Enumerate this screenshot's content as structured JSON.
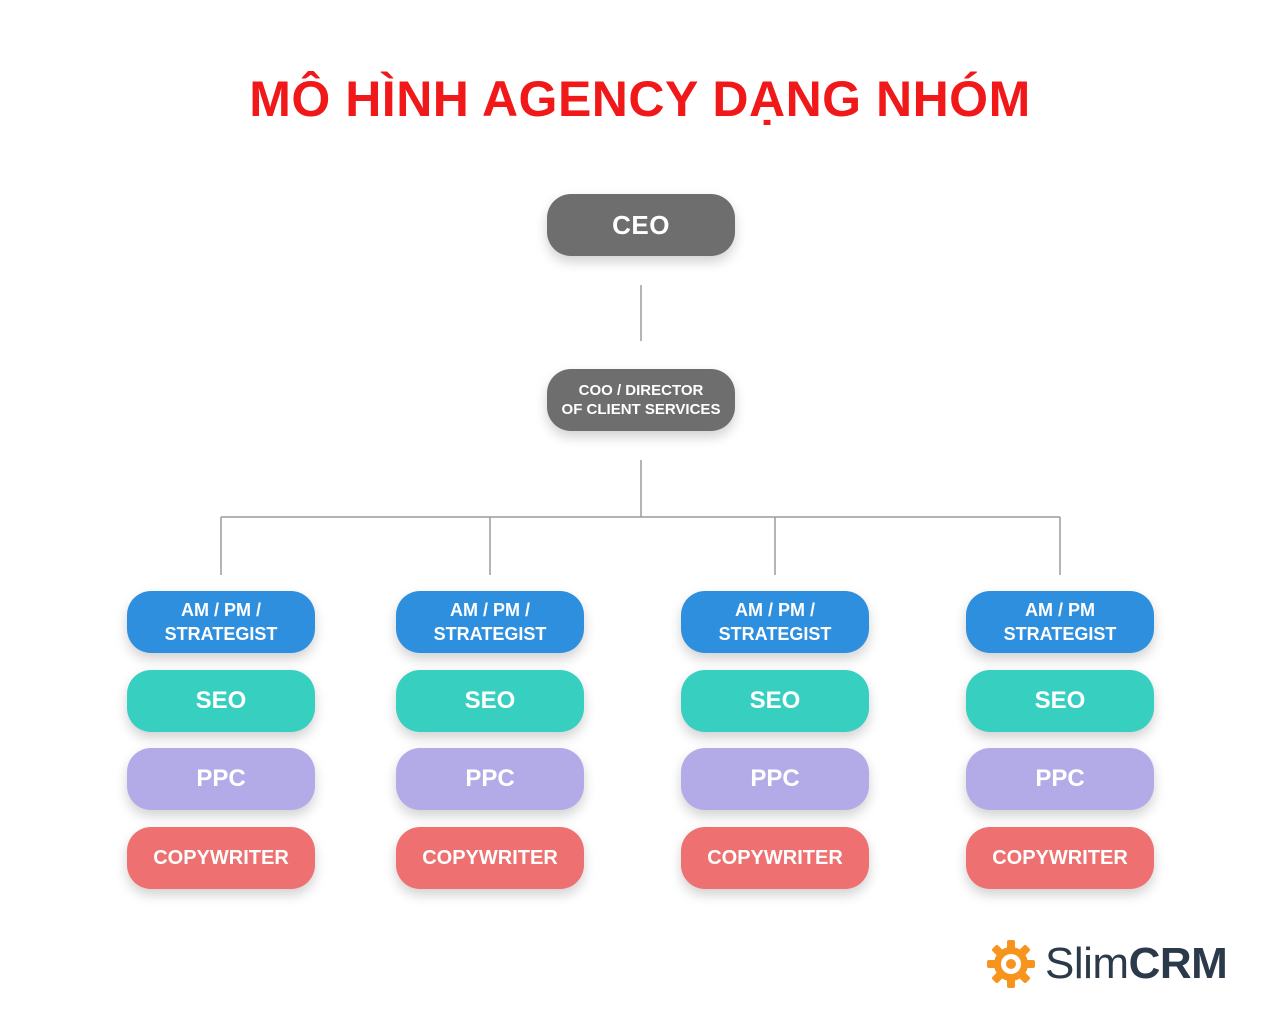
{
  "title": "MÔ HÌNH AGENCY DẠNG NHÓM",
  "ceo": "CEO",
  "coo": {
    "line1": "COO / DIRECTOR",
    "line2": "OF CLIENT SERVICES"
  },
  "teams": [
    {
      "lead1": "AM / PM /",
      "lead2": "STRATEGIST",
      "seo": "SEO",
      "ppc": "PPC",
      "copy": "COPYWRITER"
    },
    {
      "lead1": "AM / PM /",
      "lead2": "STRATEGIST",
      "seo": "SEO",
      "ppc": "PPC",
      "copy": "COPYWRITER"
    },
    {
      "lead1": "AM / PM /",
      "lead2": "STRATEGIST",
      "seo": "SEO",
      "ppc": "PPC",
      "copy": "COPYWRITER"
    },
    {
      "lead1": "AM / PM",
      "lead2": "STRATEGIST",
      "seo": "SEO",
      "ppc": "PPC",
      "copy": "COPYWRITER"
    }
  ],
  "brand": {
    "part1": "Slim",
    "part2": "CRM",
    "gear_icon": "gear-icon",
    "gear_color": "#f7941d"
  },
  "colors": {
    "title": "#f01818",
    "executive": "#6e6e6e",
    "lead": "#2f8fdf",
    "seo": "#37cfc0",
    "ppc": "#b3abe8",
    "copywriter": "#ee7070"
  }
}
